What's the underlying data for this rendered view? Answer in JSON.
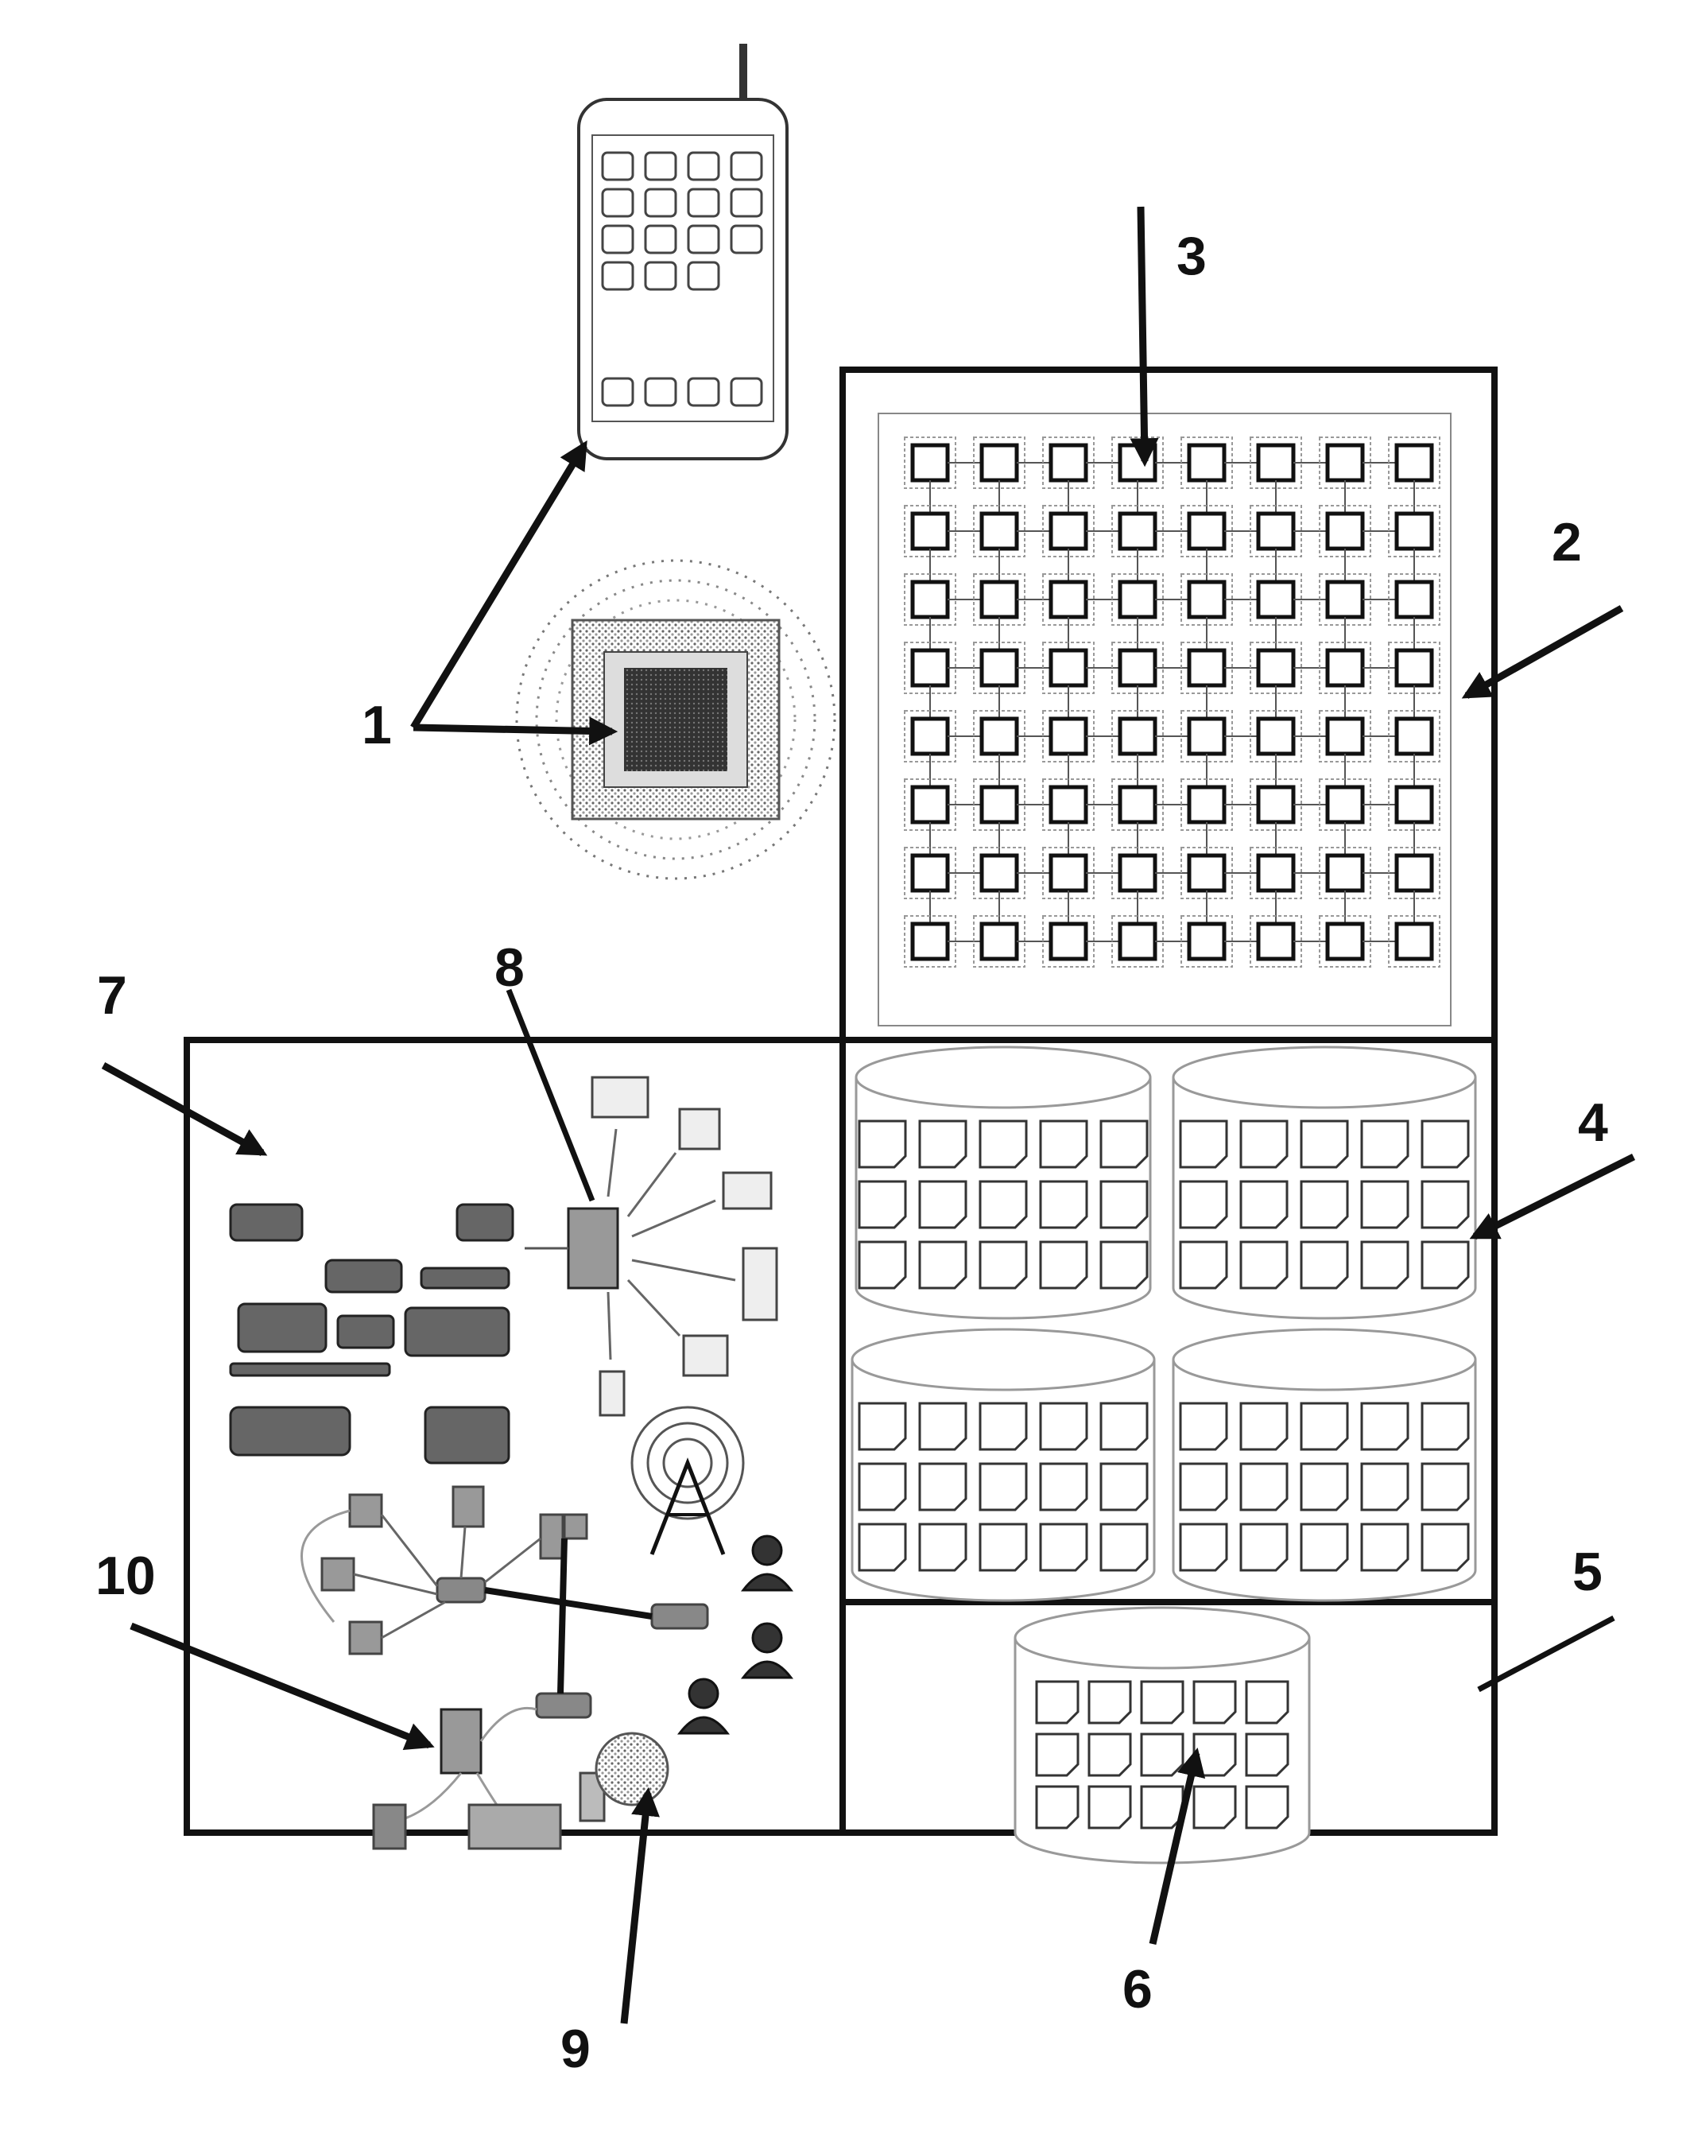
{
  "figure": {
    "reference_numerals": [
      {
        "id": "1",
        "label": "1"
      },
      {
        "id": "2",
        "label": "2"
      },
      {
        "id": "3",
        "label": "3"
      },
      {
        "id": "4",
        "label": "4"
      },
      {
        "id": "5",
        "label": "5"
      },
      {
        "id": "6",
        "label": "6"
      },
      {
        "id": "7",
        "label": "7"
      },
      {
        "id": "8",
        "label": "8"
      },
      {
        "id": "9",
        "label": "9"
      },
      {
        "id": "10",
        "label": "10"
      }
    ],
    "icons": {
      "phone": "mobile-phone-icon",
      "chip": "processor-chip-icon",
      "grid": "processor-array-icon",
      "databases": "database-cylinder-icon",
      "network": "network-devices-icon",
      "tower": "radio-tower-icon",
      "user": "user-icon",
      "vehicles": "vehicle-icon"
    },
    "colors": {
      "ink": "#111111",
      "gray": "#888888",
      "light": "#cccccc"
    }
  }
}
